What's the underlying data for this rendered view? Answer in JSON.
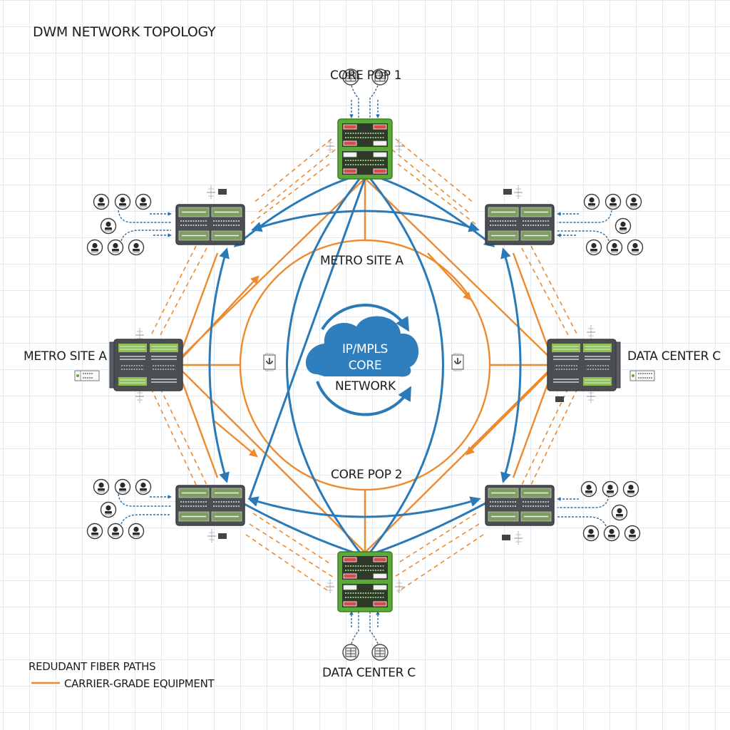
{
  "title": "DWM NETWORK TOPOLOGY",
  "colors": {
    "blue_link": "#2a7ab8",
    "orange_link": "#ee8a2e",
    "cloud": "#2f7fbf",
    "router_green": "#5aa93a",
    "switch_dark": "#4b4f54",
    "switch_panel": "#7a9a5c",
    "grid": "#e3e9f1"
  },
  "nodes": {
    "top": {
      "label": "CORE POP 1",
      "type": "router-green"
    },
    "bottom": {
      "label": "DATA CENTER C",
      "type": "router-green"
    },
    "left": {
      "label": "METRO SITE A",
      "type": "switch-dark"
    },
    "right": {
      "label": "DATA CENTER C",
      "type": "switch-dark"
    },
    "top_left": {
      "label": "",
      "type": "switch-dark"
    },
    "top_right": {
      "label": "",
      "type": "switch-dark"
    },
    "bottom_left": {
      "label": "",
      "type": "switch-dark"
    },
    "bottom_right": {
      "label": "",
      "type": "switch-dark"
    }
  },
  "inner_labels": {
    "upper": "METRO SITE A",
    "lower": "CORE POP 2"
  },
  "cloud": {
    "line1": "IP/MPLS",
    "line2": "CORE",
    "line3": "NETWORK"
  },
  "legend": {
    "item1": "REDUDANT FIBER PATHS",
    "item2": "CARRIER-GRADE EQUIPMENT"
  },
  "icons": {
    "user_icon": "person-circle",
    "server_icon": "rack-circle",
    "plug_icon": "transceiver"
  }
}
